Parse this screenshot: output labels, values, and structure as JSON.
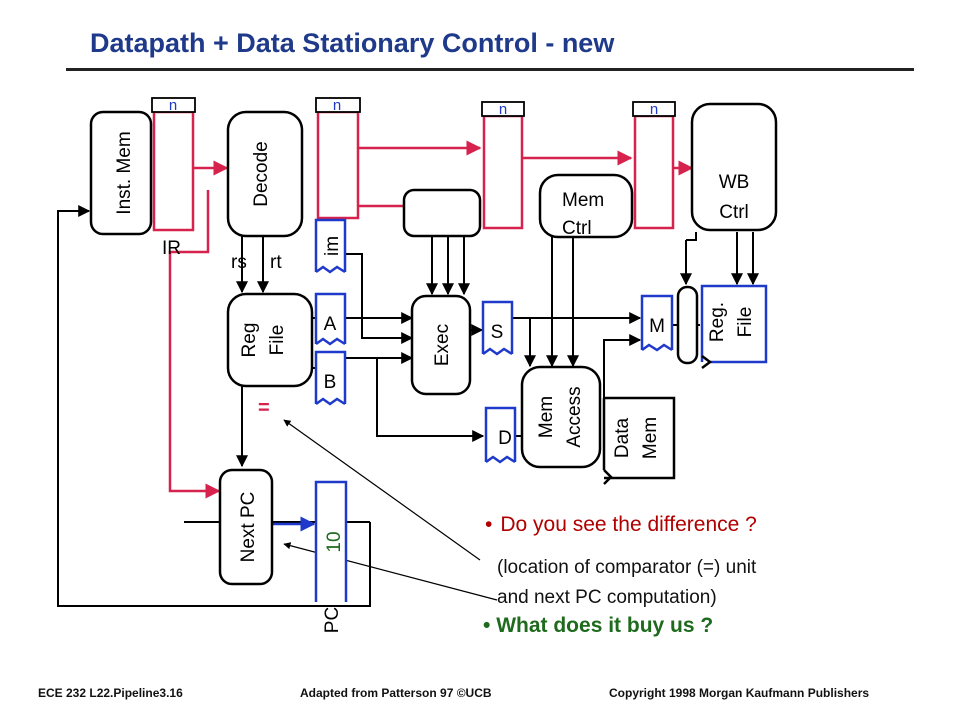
{
  "slide": {
    "title": "Datapath + Data Stationary Control - new",
    "footer_left": "ECE 232  L22.Pipeline3.16",
    "footer_center": "Adapted from Patterson 97 ©UCB",
    "footer_right": "Copyright 1998 Morgan Kaufmann Publishers"
  },
  "diagram": {
    "inst_mem": "Inst. Mem",
    "decode": "Decode",
    "reg_file": [
      "Reg",
      "File"
    ],
    "exec": "Exec",
    "mem_ctrl": [
      "Mem",
      "Ctrl"
    ],
    "wb_ctrl": [
      "WB",
      "Ctrl"
    ],
    "mem_access": [
      "Mem",
      "Access"
    ],
    "data_mem": [
      "Data",
      "Mem"
    ],
    "next_pc": "Next PC",
    "reg_file_wb": [
      "Reg.",
      "File"
    ],
    "pipe_tag": "n",
    "ir": "IR",
    "rs": "rs",
    "rt": "rt",
    "im": "im",
    "a": "A",
    "b": "B",
    "s": "S",
    "m": "M",
    "d": "D",
    "eq": "=",
    "pc": "PC",
    "ten": "10"
  },
  "notes": {
    "q1": "Do you see the difference ?",
    "q2_line1": "(location of comparator (=) unit",
    "q2_line2": " and next PC computation)",
    "q3": "What does it buy us ?",
    "bullet": "•"
  },
  "colors": {
    "title": "#1f3a8a",
    "red": "#d6224c",
    "blue": "#1f3acb",
    "green": "#1e6b1e",
    "q1": "#b00000"
  }
}
